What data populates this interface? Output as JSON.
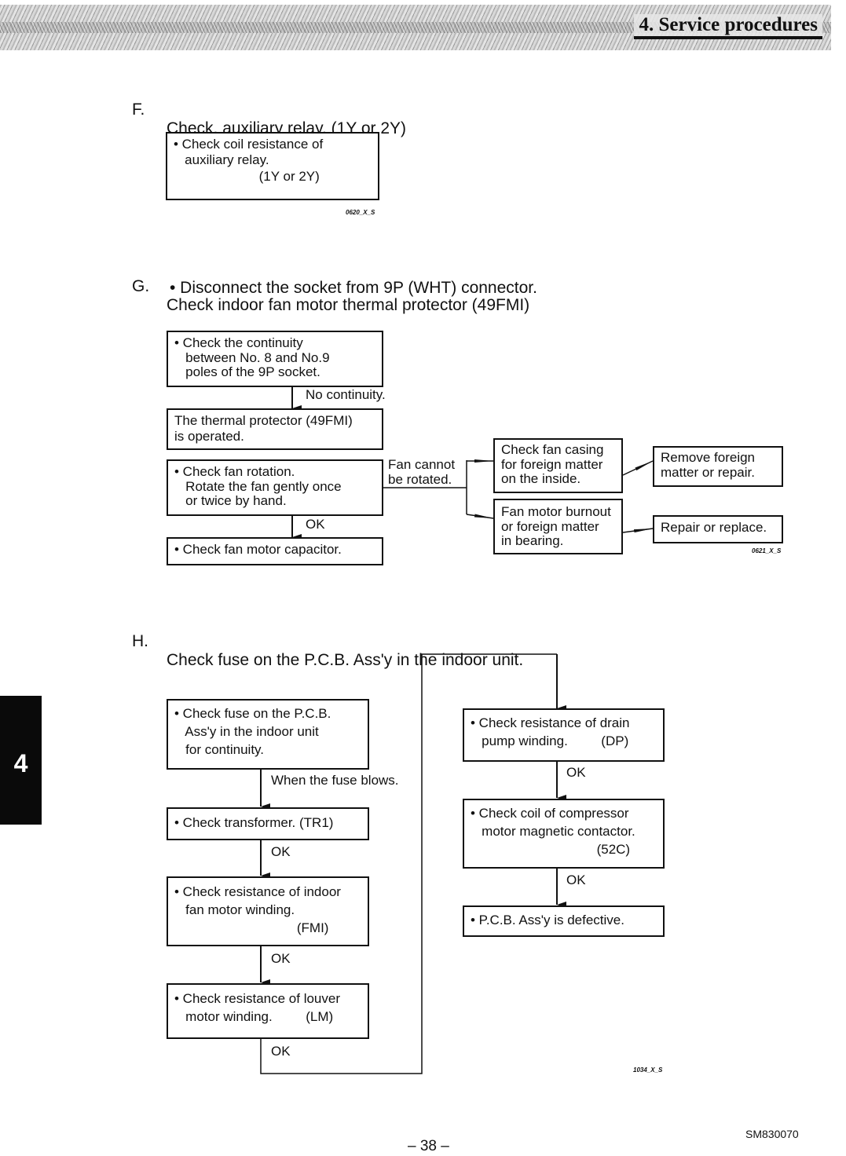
{
  "header": {
    "title": "4. Service procedures"
  },
  "side_tab": {
    "label": "4"
  },
  "section_f": {
    "letter": "F.",
    "title": "Check. auxiliary relay. (1Y or 2Y)",
    "box": "• Check coil resistance of\n   auxiliary relay.\n                       (1Y or 2Y)",
    "code": "0620_X_S"
  },
  "section_g": {
    "letter": "G.",
    "title": "Check indoor fan motor thermal protector (49FMI)",
    "subtitle": "• Disconnect the socket from 9P (WHT) connector.",
    "box_continuity": "• Check the continuity\n   between No. 8 and No.9\n   poles of the 9P socket.",
    "label_no_continuity": "No continuity.",
    "box_thermal": "The thermal protector (49FMI)\nis operated.",
    "box_rotation": "• Check fan rotation.\n   Rotate the fan gently once\n   or twice by hand.",
    "label_fan_cannot": "Fan cannot\nbe rotated.",
    "label_ok": "OK",
    "box_capacitor": "• Check fan motor capacitor.",
    "box_casing": "Check fan casing\nfor foreign matter\non the inside.",
    "box_burnout": "Fan motor burnout\nor foreign matter\nin bearing.",
    "box_remove": "Remove foreign\nmatter or repair.",
    "box_repair": "Repair or replace.",
    "code": "0621_X_S"
  },
  "section_h": {
    "letter": "H.",
    "title": "Check fuse on the P.C.B. Ass'y in the indoor unit.",
    "box_fuse": "• Check fuse on the P.C.B.\n   Ass'y in the indoor unit\n   for continuity.",
    "label_fuse_blows": "When the fuse blows.",
    "box_transformer": "• Check transformer. (TR1)",
    "label_ok": "OK",
    "box_fan_winding": "• Check resistance of indoor\n   fan motor winding.\n                                 (FMI)",
    "box_louver": "• Check resistance of louver\n   motor winding.         (LM)",
    "box_drain": "• Check resistance of drain\n   pump winding.         (DP)",
    "box_compressor": "• Check coil of compressor\n   motor magnetic contactor.\n                                  (52C)",
    "box_pcb": "• P.C.B. Ass'y is defective.",
    "code": "1034_X_S"
  },
  "footer": {
    "page": "– 38 –",
    "doc_id": "SM830070"
  }
}
